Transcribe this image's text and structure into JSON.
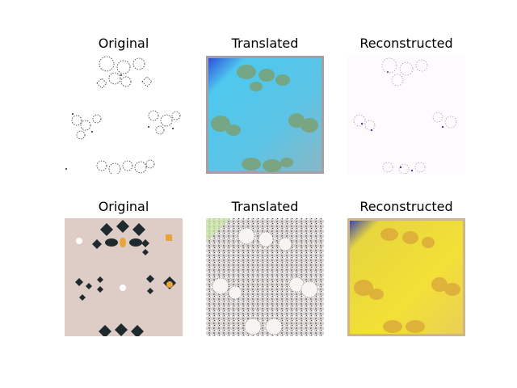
{
  "figure": {
    "rows": [
      {
        "panels": [
          {
            "title": "Original",
            "image": "sparse-sketch-pattern-on-white",
            "background": "#ffffff"
          },
          {
            "title": "Translated",
            "image": "cyan-blue-pattern-with-green-blotches",
            "background": "#5cc4e6"
          },
          {
            "title": "Reconstructed",
            "image": "faint-sketch-pattern-on-white",
            "background": "#fdfbfe"
          }
        ]
      },
      {
        "panels": [
          {
            "title": "Original",
            "image": "embroidered-fabric-photo",
            "background": "#ddcdc6"
          },
          {
            "title": "Translated",
            "image": "noisy-gray-white-pattern",
            "background": "#dcd6d6"
          },
          {
            "title": "Reconstructed",
            "image": "yellow-pattern-with-orange-blotches",
            "background": "#f3e036"
          }
        ]
      }
    ]
  }
}
